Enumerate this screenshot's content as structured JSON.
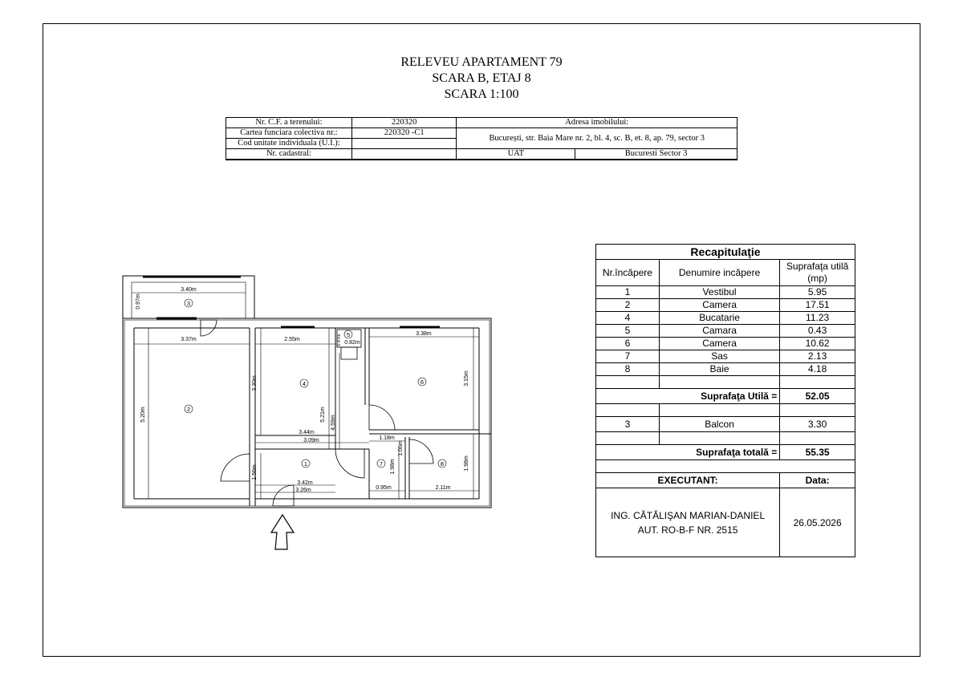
{
  "title": {
    "line1": "RELEVEU APARTAMENT  79",
    "line2": "SCARA B, ETAJ 8",
    "line3": "SCARA 1:100"
  },
  "cadastral": {
    "cf_label": "Nr. C.F. a terenului:",
    "cf_value": "220320",
    "address_label": "Adresa imobilului:",
    "cf_collective_label": "Cartea funciara colectiva nr.:",
    "cf_collective_value": "220320 -C1",
    "address_value": "București, str. Baia Mare nr. 2, bl. 4, sc. B, et. 8, ap. 79, sector 3",
    "unit_code_label": "Cod unitate individuala (U.I.):",
    "unit_code_value": "",
    "cadastral_label": "Nr. cadastral:",
    "cadastral_value": "",
    "uat_label": "UAT",
    "uat_value": "Bucuresti Sector 3"
  },
  "recap": {
    "title": "Recapitulaţie",
    "col_nr": "Nr.încăpere",
    "col_name": "Denumire incăpere",
    "col_area": "Suprafaţa utilă (mp)",
    "rooms": [
      {
        "nr": "1",
        "name": "Vestibul",
        "area": "5.95"
      },
      {
        "nr": "2",
        "name": "Camera",
        "area": "17.51"
      },
      {
        "nr": "4",
        "name": "Bucatarie",
        "area": "11.23"
      },
      {
        "nr": "5",
        "name": "Camara",
        "area": "0.43"
      },
      {
        "nr": "6",
        "name": "Camera",
        "area": "10.62"
      },
      {
        "nr": "7",
        "name": "Sas",
        "area": "2.13"
      },
      {
        "nr": "8",
        "name": "Baie",
        "area": "4.18"
      }
    ],
    "useful_label": "Suprafaţa Utilă =",
    "useful_value": "52.05",
    "balcony": {
      "nr": "3",
      "name": "Balcon",
      "area": "3.30"
    },
    "total_label": "Suprafaţa totală =",
    "total_value": "55.35",
    "executant_label": "EXECUTANT:",
    "date_label": "Data:",
    "executant_line1": "ING. CĂTĂLIŞAN MARIAN-DANIEL",
    "executant_line2": "AUT. RO-B-F NR. 2515",
    "date_value": "26.05.2026"
  },
  "plan": {
    "dims": {
      "balcony_width": "3.40m",
      "balcony_depth": "0.97m",
      "room2_width": "3.37m",
      "room2_height": "5.20m",
      "kitchen_width": "2.55m",
      "kitchen_height": "3.30m",
      "pantry_width": "0.82m",
      "pantry_depth": "0.47m",
      "room6_width": "3.38m",
      "room6_height": "3.15m",
      "hall_upper": "3.44m",
      "hall_lower": "3.09m",
      "hall_height1": "5.21m",
      "hall_height2": "4.59m",
      "sas_top": "1.18m",
      "sas_side": "1.06m",
      "sas_height": "1.98m",
      "sas_width": "0.95m",
      "bath_width": "2.11m",
      "bath_height": "1.98m",
      "vest_width1": "3.42m",
      "vest_width2": "3.26m",
      "vest_height": "1.56m"
    },
    "room_numbers": [
      "1",
      "2",
      "3",
      "4",
      "5",
      "6",
      "7",
      "8"
    ]
  }
}
